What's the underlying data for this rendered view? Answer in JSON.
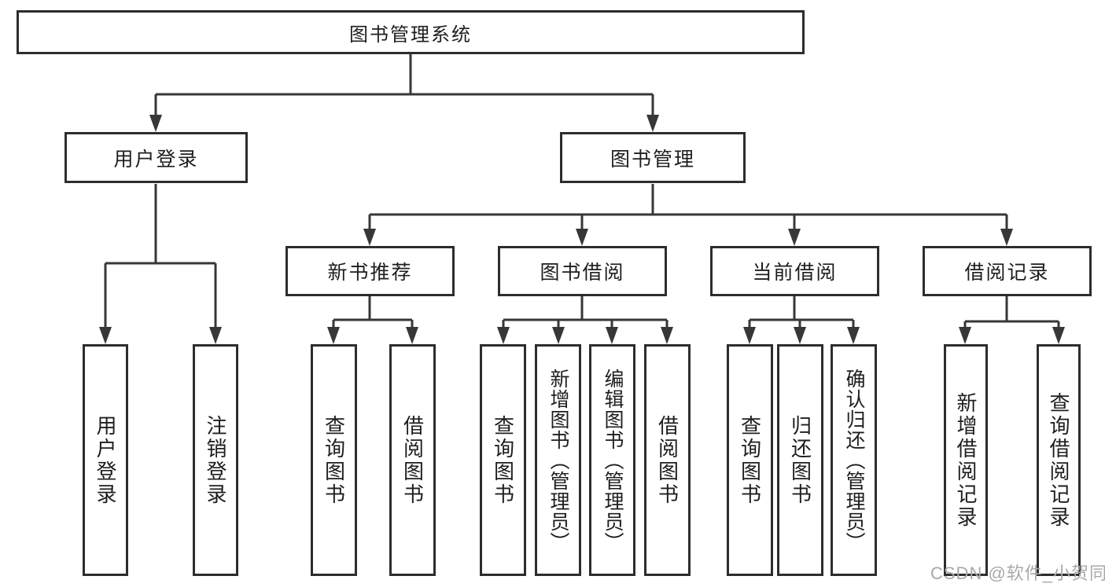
{
  "diagram": {
    "type": "hierarchy-tree",
    "colors": {
      "line": "#373737",
      "box_border": "#2d2d2d",
      "box_fill": "#ffffff",
      "text": "#1e1e1e",
      "watermark": "#a9a9a9",
      "background": "#ffffff"
    },
    "watermark": "CSDN @软件_小贺同学",
    "tree": {
      "root": {
        "label": "图书管理系统",
        "children": [
          {
            "label": "用户登录",
            "children": [
              {
                "label": "用户登录"
              },
              {
                "label": "注销登录"
              }
            ]
          },
          {
            "label": "图书管理",
            "children": [
              {
                "label": "新书推荐",
                "children": [
                  {
                    "label": "查询图书"
                  },
                  {
                    "label": "借阅图书"
                  }
                ]
              },
              {
                "label": "图书借阅",
                "children": [
                  {
                    "label": "查询图书"
                  },
                  {
                    "label": "新增图书（管理员）"
                  },
                  {
                    "label": "编辑图书（管理员）"
                  },
                  {
                    "label": "借阅图书"
                  }
                ]
              },
              {
                "label": "当前借阅",
                "children": [
                  {
                    "label": "查询图书"
                  },
                  {
                    "label": "归还图书"
                  },
                  {
                    "label": "确认归还（管理员）"
                  }
                ]
              },
              {
                "label": "借阅记录",
                "children": [
                  {
                    "label": "新增借阅记录"
                  },
                  {
                    "label": "查询借阅记录"
                  }
                ]
              }
            ]
          }
        ]
      }
    }
  }
}
